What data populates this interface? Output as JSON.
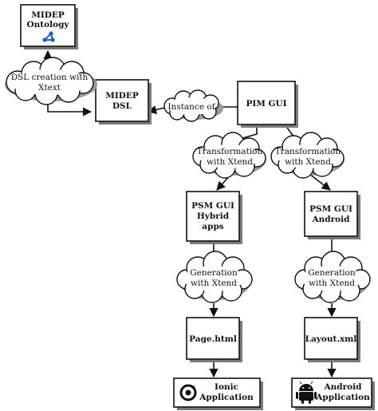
{
  "nodes": {
    "midep_ontology": {
      "line1": "MIDEP",
      "line2": "Ontology",
      "icon": "ontology-graph-icon"
    },
    "midep_dsl": {
      "line1": "MIDEP",
      "line2": "DSL"
    },
    "pim_gui": {
      "line1": "PIM GUI"
    },
    "psm_gui_hybrid": {
      "line1": "PSM GUI",
      "line2": "Hybrid",
      "line3": "apps"
    },
    "psm_gui_android": {
      "line1": "PSM GUI",
      "line2": "Android"
    },
    "page_html": {
      "line1": "Page.html"
    },
    "layout_xml": {
      "line1": "Layout.xml"
    },
    "ionic_app": {
      "line1": "Ionic",
      "line2": "Application",
      "icon": "ionic-logo-icon"
    },
    "android_app": {
      "line1": "Android",
      "line2": "Application",
      "icon": "android-robot-icon"
    }
  },
  "clouds": {
    "dsl_creation": {
      "line1": "DSL creation with",
      "line2": "Xtext"
    },
    "instance_of": {
      "line1": "Instance of"
    },
    "transform_left": {
      "line1": "Transformation",
      "line2": "with Xtend"
    },
    "transform_right": {
      "line1": "Transformation",
      "line2": "with Xtend"
    },
    "generation_left": {
      "line1": "Generation",
      "line2": "with Xtend"
    },
    "generation_right": {
      "line1": "Generation",
      "line2": "with Xtend"
    }
  },
  "colors": {
    "ink": "#111111",
    "shadow": "#7a7a7a",
    "ontology_icon": "#1f5fbf"
  }
}
